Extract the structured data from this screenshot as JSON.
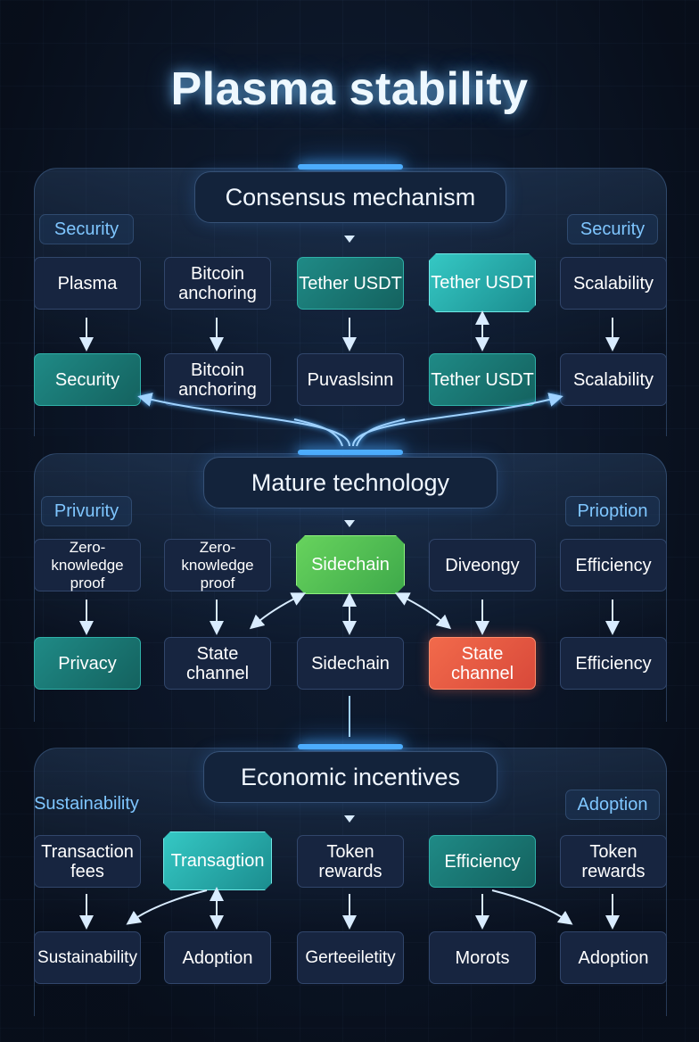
{
  "title": "Plasma stability",
  "colors": {
    "background": "#0b1322",
    "accent": "#4fb0ff",
    "teal": "#1f8a86",
    "green": "#67d35d",
    "orange": "#f26a4b"
  },
  "sections": [
    {
      "header": "Consensus mechanism",
      "tag_left": "Security",
      "tag_right": "Security",
      "row1": [
        "Plasma",
        "Bitcoin anchoring",
        "Tether USDT",
        "Tether USDT",
        "Scalability"
      ],
      "row2": [
        "Security",
        "Bitcoin anchoring",
        "Puvaslsinn",
        "Tether USDT",
        "Scalability"
      ]
    },
    {
      "header": "Mature technology",
      "tag_left": "Privurity",
      "tag_right": "Prioption",
      "row1": [
        "Zero-knowledge proof",
        "Zero-knowledge proof",
        "Sidechain",
        "Diveongy",
        "Efficiency"
      ],
      "row2": [
        "Privacy",
        "State channel",
        "Sidechain",
        "State channel",
        "Efficiency"
      ]
    },
    {
      "header": "Economic incentives",
      "tag_left": "Sustainability",
      "tag_right": "Adoption",
      "row1": [
        "Transaction fees",
        "Transagtion",
        "Token rewards",
        "Efficiency",
        "Token rewards"
      ],
      "row2": [
        "Sustainability",
        "Adoption",
        "Gerteeiletity",
        "Morots",
        "Adoption"
      ]
    }
  ]
}
